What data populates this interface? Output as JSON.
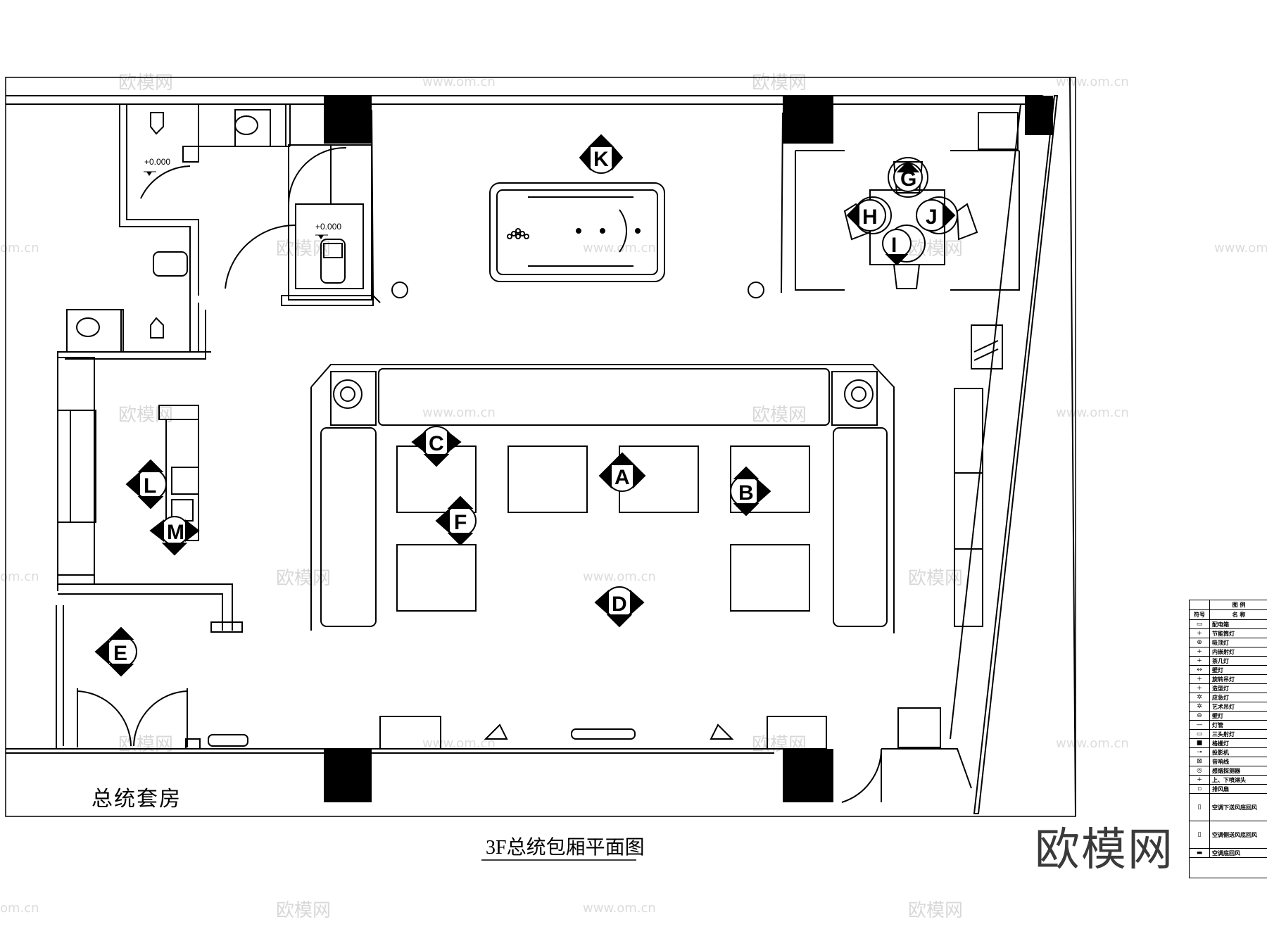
{
  "drawing": {
    "room_name": "总统套房",
    "title": "3F总统包厢平面图",
    "brand": "欧模网"
  },
  "level_marks": [
    "+0.000",
    "+0.000"
  ],
  "markers": [
    "K",
    "G",
    "H",
    "J",
    "I",
    "C",
    "A",
    "B",
    "F",
    "L",
    "M",
    "D",
    "E"
  ],
  "watermarks": {
    "text": "欧模网",
    "url": "www.om.cn",
    "url_short": "om.cn"
  },
  "legend": {
    "title": "图 例",
    "col_symbol": "符号",
    "col_name": "名 称",
    "rows": [
      {
        "symbol": "▭",
        "name": "配电箱"
      },
      {
        "symbol": "+",
        "name": "节能筒灯"
      },
      {
        "symbol": "⊕",
        "name": "吸顶灯"
      },
      {
        "symbol": "+",
        "name": "内嵌射灯"
      },
      {
        "symbol": "+",
        "name": "茶几灯"
      },
      {
        "symbol": "↔",
        "name": "壁灯"
      },
      {
        "symbol": "+",
        "name": "旋转吊灯"
      },
      {
        "symbol": "+",
        "name": "造型灯"
      },
      {
        "symbol": "✲",
        "name": "应急灯"
      },
      {
        "symbol": "✲",
        "name": "艺术吊灯"
      },
      {
        "symbol": "⊖",
        "name": "壁灯"
      },
      {
        "symbol": "—",
        "name": "灯管"
      },
      {
        "symbol": "▭",
        "name": "三头射灯"
      },
      {
        "symbol": "■",
        "name": "格栅灯"
      },
      {
        "symbol": "⊸",
        "name": "投影机"
      },
      {
        "symbol": "⊠",
        "name": "音响线"
      },
      {
        "symbol": "◎",
        "name": "感烟探测器"
      },
      {
        "symbol": "+",
        "name": "上、下喷淋头"
      },
      {
        "symbol": "▫",
        "name": "排风扇"
      }
    ],
    "tall_rows": [
      {
        "symbol": "▯",
        "name": "空调下送风底回风"
      },
      {
        "symbol": "▯",
        "name": "空调侧送风底回风"
      }
    ],
    "last_row": {
      "symbol": "▬",
      "name": "空调底回风"
    }
  }
}
